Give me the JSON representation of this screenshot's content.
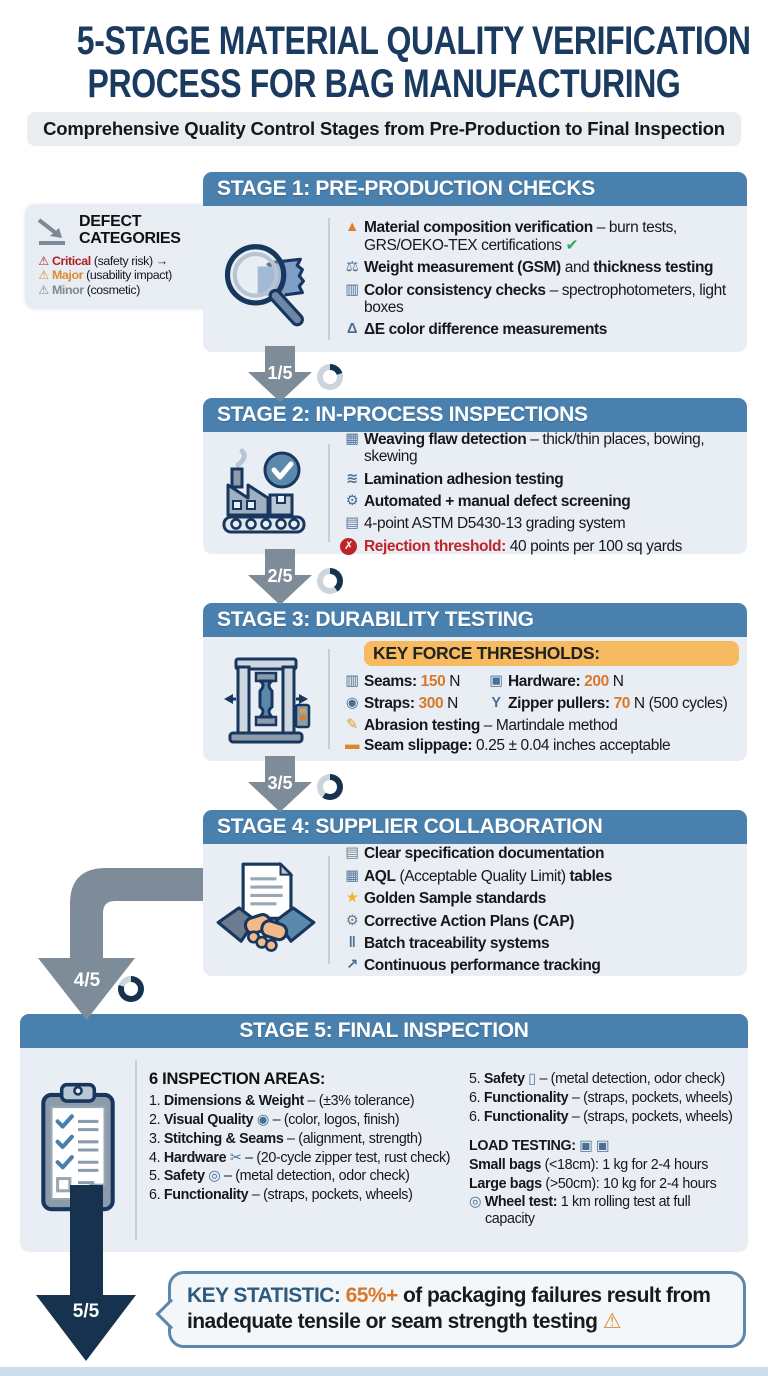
{
  "page": {
    "title_line1": "5-STAGE MATERIAL QUALITY VERIFICATION",
    "title_line2": "PROCESS FOR BAG MANUFACTURING",
    "subtitle": "Comprehensive Quality Control Stages from Pre-Production to Final Inspection"
  },
  "colors": {
    "header_blue": "#4a80ae",
    "panel_bg": "#e9eef4",
    "title_navy": "#1b3a60",
    "arrow_gray": "#7e8b98",
    "arrow_navy": "#16324f",
    "accent_orange": "#d9782a",
    "critical_red": "#b01f24",
    "major_orange": "#e08a2e",
    "minor_gray": "#7d8a96",
    "check_green": "#2eab57",
    "pill_amber": "#f6bb60"
  },
  "defect_box": {
    "title_line1": "DEFECT",
    "title_line2": "CATEGORIES",
    "items": [
      {
        "name": "defect-critical",
        "icon": "⚠",
        "ic": "#b01f24",
        "segs": [
          {
            "t": "Critical",
            "b": 1,
            "c": "#b01f24"
          },
          {
            "t": " (safety risk) →"
          }
        ]
      },
      {
        "name": "defect-major",
        "icon": "⚠",
        "ic": "#e08a2e",
        "segs": [
          {
            "t": "Major",
            "b": 1,
            "c": "#e08a2e"
          },
          {
            "t": " (usability impact)"
          }
        ]
      },
      {
        "name": "defect-minor",
        "icon": "⚠",
        "ic": "#7d8a96",
        "segs": [
          {
            "t": "Minor",
            "b": 1,
            "c": "#7d8a96"
          },
          {
            "t": " (cosmetic)"
          }
        ]
      }
    ]
  },
  "stages": [
    {
      "header": "STAGE 1: PRE-PRODUCTION CHECKS",
      "icon_name": "magnifier-fabric-icon",
      "bullets": [
        {
          "name": "material-composition",
          "icon": "▲",
          "ic": "#e07b2a",
          "segs": [
            {
              "t": "Material composition verification",
              "b": 1
            },
            {
              "t": " – burn tests, GRS/OEKO-TEX certifications "
            },
            {
              "t": "✔",
              "b": 1,
              "c": "#2eab57"
            }
          ]
        },
        {
          "name": "weight-measurement",
          "icon": "⚖",
          "ic": "#4a6f94",
          "segs": [
            {
              "t": "Weight measurement (GSM)",
              "b": 1
            },
            {
              "t": " and "
            },
            {
              "t": "thickness testing",
              "b": 1
            }
          ]
        },
        {
          "name": "color-consistency",
          "icon": "▥",
          "ic": "#4a6f94",
          "segs": [
            {
              "t": "Color consistency checks",
              "b": 1
            },
            {
              "t": " – spectrophotometers, light boxes"
            }
          ]
        },
        {
          "name": "delta-e-measurement",
          "icon": "Δ",
          "ic": "#4a6f94",
          "segs": [
            {
              "t": "ΔE color difference measurements",
              "b": 1
            }
          ]
        }
      ]
    },
    {
      "header": "STAGE 2: IN-PROCESS INSPECTIONS",
      "icon_name": "factory-check-icon",
      "bullets": [
        {
          "name": "weaving-flaw",
          "icon": "▦",
          "ic": "#4a6f94",
          "segs": [
            {
              "t": "Weaving flaw detection",
              "b": 1
            },
            {
              "t": " – thick/thin places, bowing, skewing"
            }
          ]
        },
        {
          "name": "lamination-adhesion",
          "icon": "≋",
          "ic": "#4a6f94",
          "segs": [
            {
              "t": "Lamination adhesion testing",
              "b": 1
            }
          ]
        },
        {
          "name": "defect-screening",
          "icon": "⚙",
          "ic": "#4a6f94",
          "segs": [
            {
              "t": "Automated + manual defect screening",
              "b": 1
            }
          ]
        },
        {
          "name": "grading-system",
          "icon": "▤",
          "ic": "#4a6f94",
          "segs": [
            {
              "t": "4-point ASTM D5430-13 grading system"
            }
          ]
        },
        {
          "name": "rejection-threshold",
          "icon": "✗",
          "bg": "#c0252a",
          "segs": [
            {
              "t": "Rejection threshold:",
              "b": 1,
              "c": "#c0252a"
            },
            {
              "t": " 40 points per 100 sq yards"
            }
          ]
        }
      ]
    },
    {
      "header": "STAGE 3: DURABILITY TESTING",
      "icon_name": "tensile-tester-icon",
      "pill": "KEY FORCE THRESHOLDS:",
      "grid": [
        {
          "name": "seams-threshold",
          "icon": "▥",
          "ic": "#4a6f94",
          "segs": [
            {
              "t": "Seams: ",
              "b": 1
            },
            {
              "t": "150",
              "b": 1,
              "c": "#d9782a"
            },
            {
              "t": " N"
            }
          ]
        },
        {
          "name": "hardware-threshold",
          "icon": "▣",
          "ic": "#4a6f94",
          "segs": [
            {
              "t": "Hardware: ",
              "b": 1
            },
            {
              "t": "200",
              "b": 1,
              "c": "#d9782a"
            },
            {
              "t": " N"
            }
          ]
        },
        {
          "name": "straps-threshold",
          "icon": "◉",
          "ic": "#4a6f94",
          "segs": [
            {
              "t": "Straps: ",
              "b": 1
            },
            {
              "t": "300",
              "b": 1,
              "c": "#d9782a"
            },
            {
              "t": " N"
            }
          ]
        },
        {
          "name": "zipper-threshold",
          "icon": "Y",
          "ic": "#4a6f94",
          "segs": [
            {
              "t": "Zipper pullers: ",
              "b": 1
            },
            {
              "t": "70",
              "b": 1,
              "c": "#d9782a"
            },
            {
              "t": " N (500 cycles)"
            }
          ]
        }
      ],
      "bullets": [
        {
          "name": "abrasion-testing",
          "icon": "✎",
          "ic": "#d9a02a",
          "segs": [
            {
              "t": "Abrasion testing",
              "b": 1
            },
            {
              "t": " – Martindale method"
            }
          ]
        },
        {
          "name": "seam-slippage",
          "icon": "▬",
          "ic": "#d9892a",
          "segs": [
            {
              "t": "Seam slippage:",
              "b": 1
            },
            {
              "t": " 0.25 ± 0.04 inches acceptable"
            }
          ]
        }
      ]
    },
    {
      "header": "STAGE 4: SUPPLIER COLLABORATION",
      "icon_name": "handshake-document-icon",
      "bullets": [
        {
          "name": "spec-documentation",
          "icon": "▤",
          "ic": "#6a7c8e",
          "segs": [
            {
              "t": "Clear specification documentation",
              "b": 1
            }
          ]
        },
        {
          "name": "aql-tables",
          "icon": "▦",
          "ic": "#4a6f94",
          "segs": [
            {
              "t": "AQL",
              "b": 1
            },
            {
              "t": " (Acceptable Quality Limit) "
            },
            {
              "t": "tables",
              "b": 1
            }
          ]
        },
        {
          "name": "golden-sample",
          "icon": "★",
          "ic": "#f0b429",
          "segs": [
            {
              "t": "Golden Sample standards",
              "b": 1
            }
          ]
        },
        {
          "name": "corrective-action",
          "icon": "⚙",
          "ic": "#6a7c8e",
          "segs": [
            {
              "t": "Corrective Action Plans (CAP)",
              "b": 1
            }
          ]
        },
        {
          "name": "batch-traceability",
          "icon": "‖",
          "ic": "#4a6f94",
          "segs": [
            {
              "t": "Batch traceability systems",
              "b": 1
            }
          ]
        },
        {
          "name": "performance-tracking",
          "icon": "↗",
          "ic": "#3d6b94",
          "segs": [
            {
              "t": "Continuous performance tracking",
              "b": 1
            }
          ]
        }
      ]
    },
    {
      "header": "STAGE 5: FINAL INSPECTION",
      "icon_name": "clipboard-checklist-icon",
      "left_title": "6 INSPECTION AREAS:",
      "left_items": [
        {
          "name": "area-dimensions",
          "segs": [
            {
              "t": "1. "
            },
            {
              "t": "Dimensions & Weight",
              "b": 1
            },
            {
              "t": " – (±3% tolerance)"
            }
          ]
        },
        {
          "name": "area-visual",
          "segs": [
            {
              "t": "2. "
            },
            {
              "t": "Visual Quality ",
              "b": 1
            },
            {
              "t": "◉ ",
              "c": "#4a6f94"
            },
            {
              "t": "– (color, logos, finish)"
            }
          ]
        },
        {
          "name": "area-stitching",
          "segs": [
            {
              "t": "3. "
            },
            {
              "t": "Stitching & Seams",
              "b": 1
            },
            {
              "t": " – (alignment, strength)"
            }
          ]
        },
        {
          "name": "area-hardware",
          "segs": [
            {
              "t": "4. "
            },
            {
              "t": "Hardware ",
              "b": 1
            },
            {
              "t": "✂ ",
              "c": "#4a6f94"
            },
            {
              "t": "– (20-cycle zipper test, rust check)"
            }
          ]
        },
        {
          "name": "area-safety",
          "segs": [
            {
              "t": "5. "
            },
            {
              "t": "Safety ",
              "b": 1
            },
            {
              "t": "◎ ",
              "c": "#4a6f94"
            },
            {
              "t": "– (metal detection, odor check)"
            }
          ]
        },
        {
          "name": "area-functionality",
          "segs": [
            {
              "t": "6. "
            },
            {
              "t": "Functionality",
              "b": 1
            },
            {
              "t": " – (straps, pockets, wheels)"
            }
          ]
        }
      ],
      "right_items": [
        {
          "name": "area-safety-2",
          "segs": [
            {
              "t": "5. "
            },
            {
              "t": "Safety ",
              "b": 1
            },
            {
              "t": "▯ ",
              "c": "#4a6f94"
            },
            {
              "t": "– (metal detection, odor check)"
            }
          ]
        },
        {
          "name": "area-functionality-2",
          "segs": [
            {
              "t": "6. "
            },
            {
              "t": "Functionality",
              "b": 1
            },
            {
              "t": " – (straps, pockets, wheels)"
            }
          ]
        },
        {
          "name": "area-functionality-3",
          "segs": [
            {
              "t": "6. "
            },
            {
              "t": "Functionality",
              "b": 1
            },
            {
              "t": " – (straps, pockets, wheels)"
            }
          ]
        },
        {
          "name": "load-testing-title",
          "gap": 1,
          "segs": [
            {
              "t": "LOAD TESTING: ",
              "b": 1
            },
            {
              "t": "▣ ▣",
              "c": "#4a6f94"
            }
          ]
        },
        {
          "name": "load-small-bags",
          "segs": [
            {
              "t": "Small bags",
              "b": 1
            },
            {
              "t": " (<18cm): 1 kg for 2-4 hours"
            }
          ]
        },
        {
          "name": "load-large-bags",
          "segs": [
            {
              "t": "Large bags",
              "b": 1
            },
            {
              "t": " (>50cm): 10 kg for 2-4 hours"
            }
          ]
        },
        {
          "name": "wheel-test",
          "segs": [
            {
              "t": "◎ ",
              "c": "#4a6f94"
            },
            {
              "t": "Wheel test:",
              "b": 1
            },
            {
              "t": " 1 km rolling test at full capacity"
            }
          ]
        }
      ]
    }
  ],
  "connectors": [
    {
      "label": "1/5",
      "fraction": 0.2
    },
    {
      "label": "2/5",
      "fraction": 0.4
    },
    {
      "label": "3/5",
      "fraction": 0.6
    },
    {
      "label": "4/5",
      "fraction": 0.8
    },
    {
      "label": "5/5",
      "fraction": 1.0
    }
  ],
  "key_statistic": {
    "segs": [
      {
        "t": "KEY STATISTIC: ",
        "b": 1,
        "c": "#2d5b80"
      },
      {
        "t": "65%+ ",
        "b": 1,
        "c": "#d9782a"
      },
      {
        "t": "of packaging failures result from inadequate tensile or seam strength testing ",
        "b": 1
      },
      {
        "t": "⚠",
        "b": 1,
        "c": "#e08a2e"
      }
    ]
  }
}
